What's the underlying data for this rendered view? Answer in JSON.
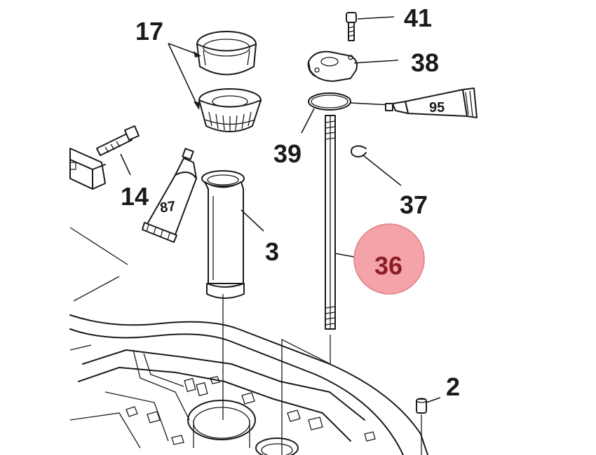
{
  "diagram": {
    "callouts": {
      "c17": "17",
      "c41": "41",
      "c38": "38",
      "c95": "95",
      "c39": "39",
      "c37": "37",
      "c14": "14",
      "c87": "87",
      "c3": "3",
      "c36": "36",
      "c2": "2"
    },
    "highlight": {
      "part": "36",
      "circle_color": "#f4a3a8",
      "circle_stroke": "#e07f86",
      "text_color": "#8c1d24"
    }
  }
}
